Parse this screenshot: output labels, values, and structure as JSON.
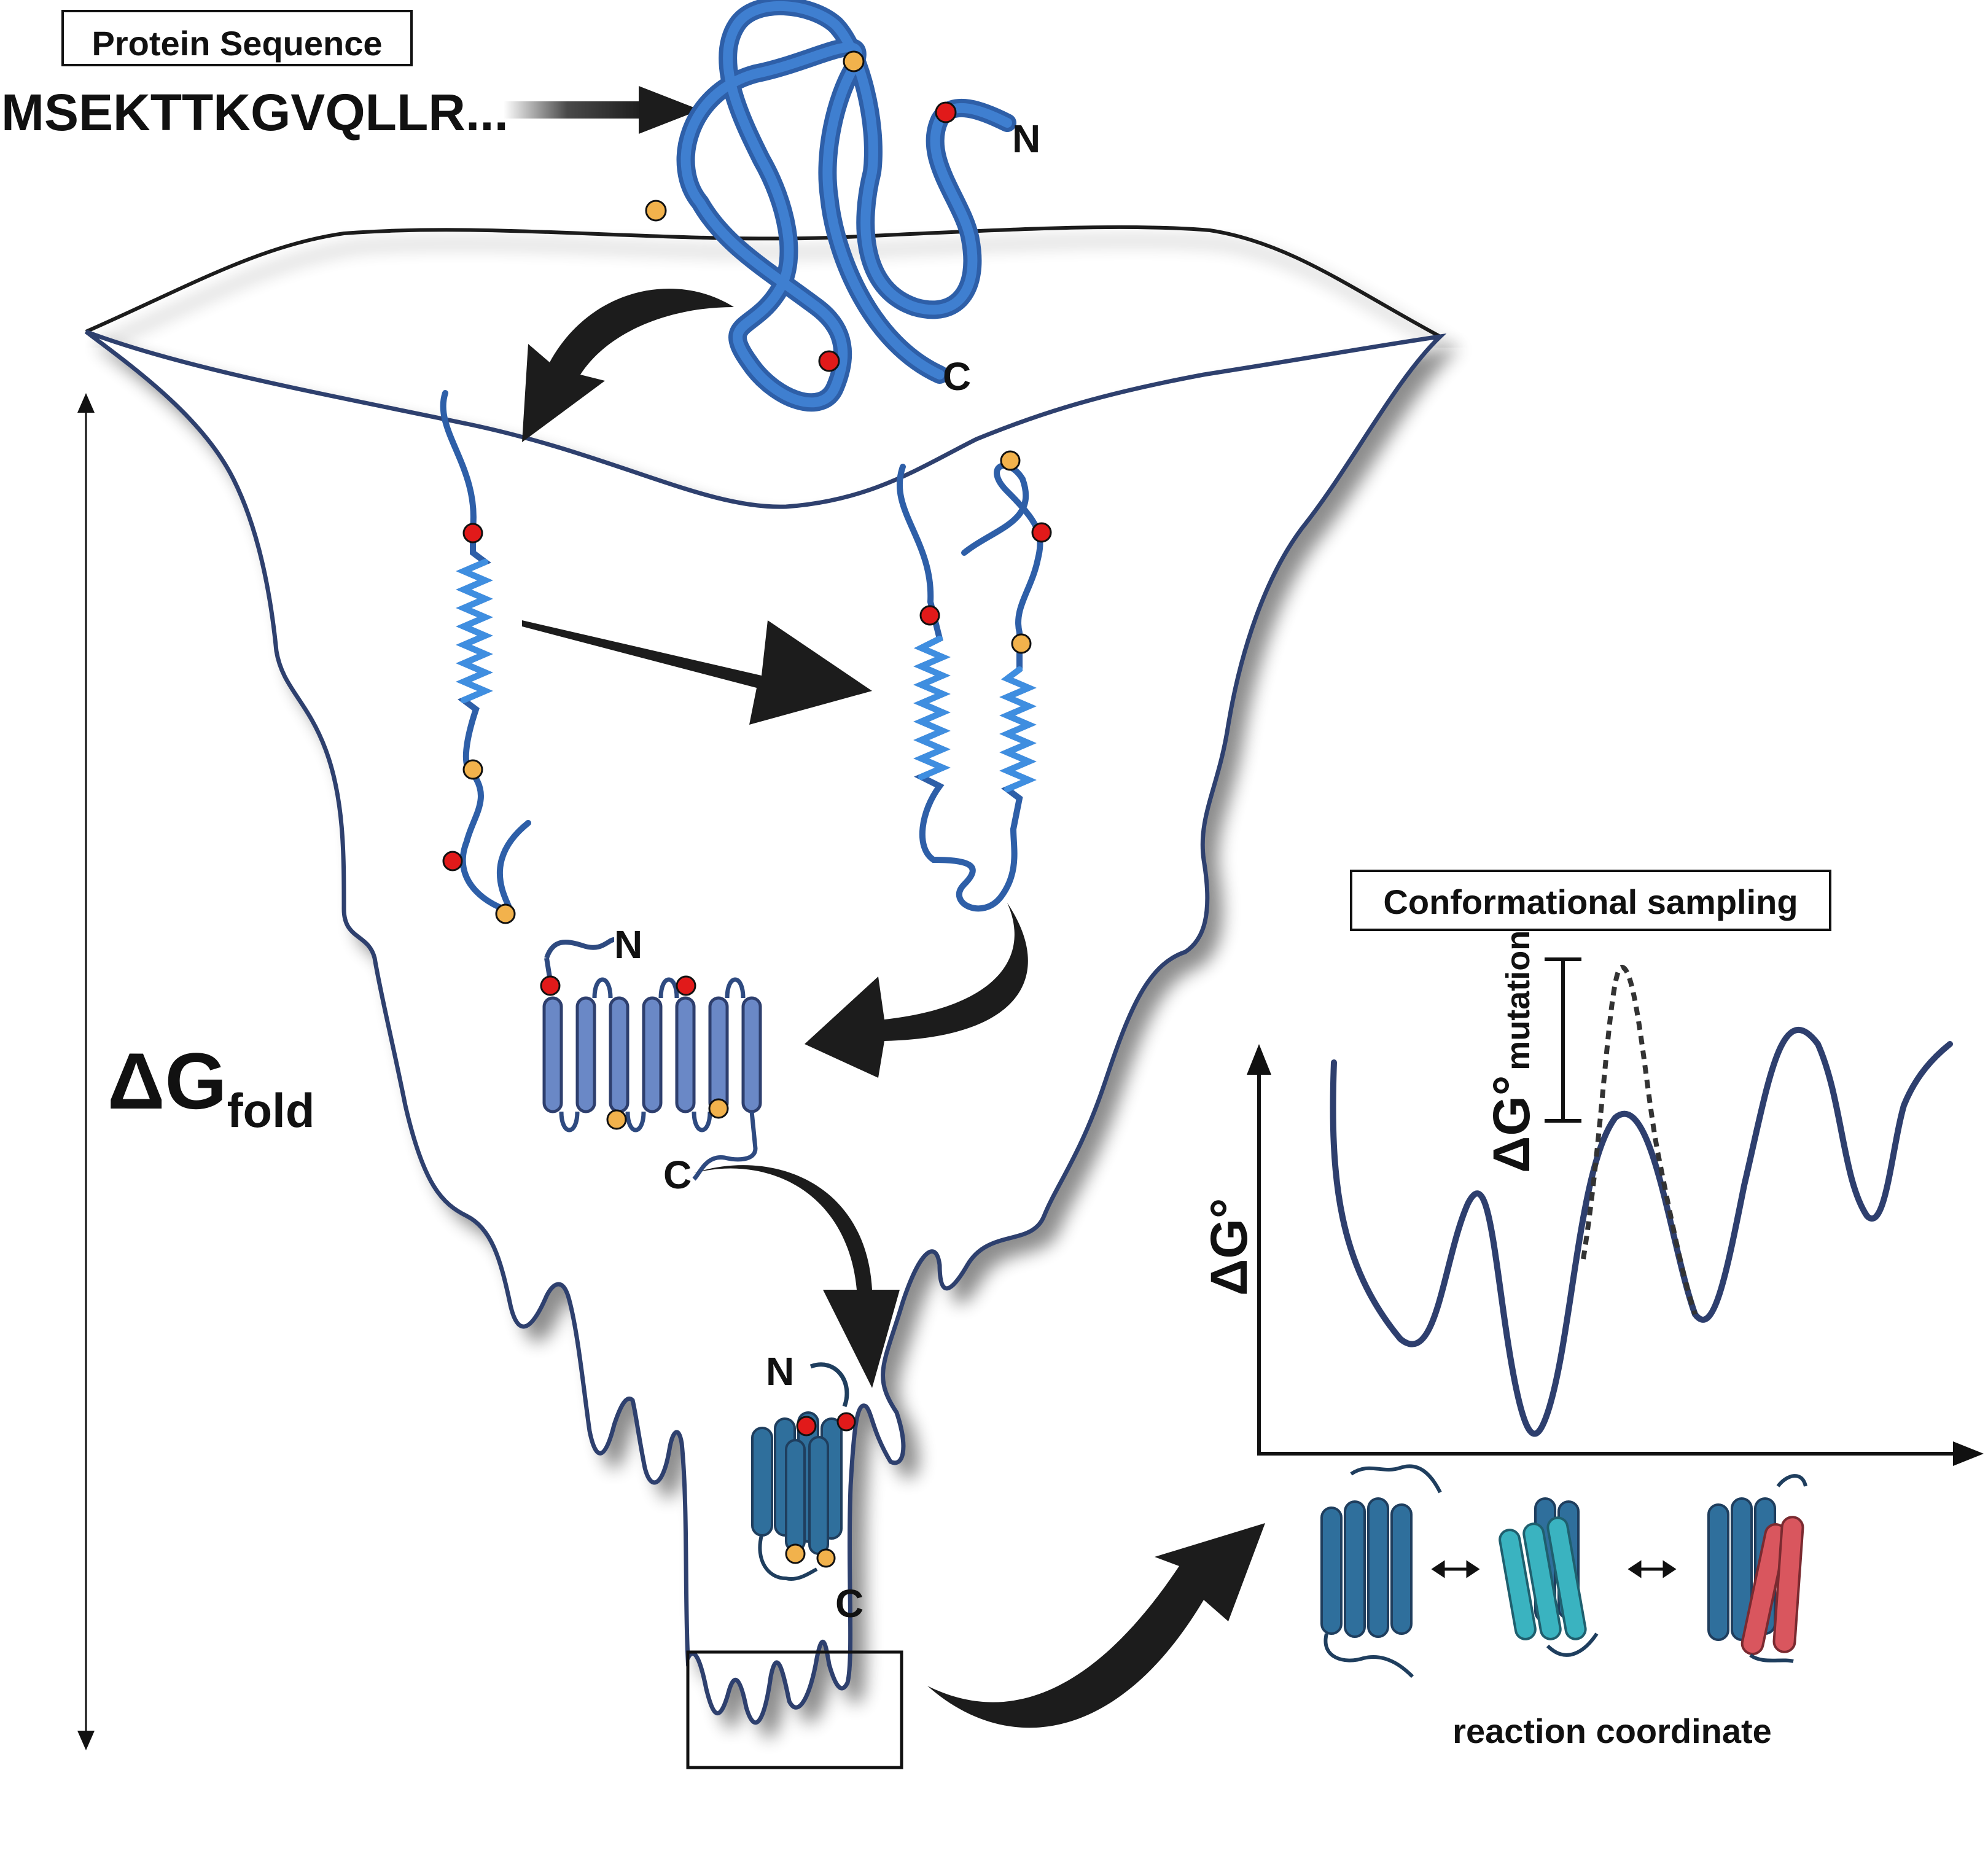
{
  "labels": {
    "protein_sequence_box": "Protein Sequence",
    "sequence": "MSEKTTKGVQLLR...",
    "n_terminus": "N",
    "c_terminus": "C",
    "delta_g_symbol": "ΔG",
    "delta_g_subscript": "fold",
    "conformational_sampling_box": "Conformational sampling",
    "y_axis_label": "ΔG°",
    "mutation_label": "ΔG°",
    "mutation_subscript": "mutation",
    "x_axis_label": "reaction coordinate"
  },
  "colors": {
    "outline": "#2e3f6e",
    "chain_blue": "#3567b0",
    "helix_blue": "#3f8ee0",
    "sheet_blue": "#6a88c6",
    "membrane_protein_blue": "#2f6f9c",
    "cyan_state": "#3ab3c0",
    "red_state": "#d9565e",
    "red_marker": "#e11a1a",
    "orange_marker": "#f2b24c",
    "arrow_black": "#1c1c1c"
  }
}
